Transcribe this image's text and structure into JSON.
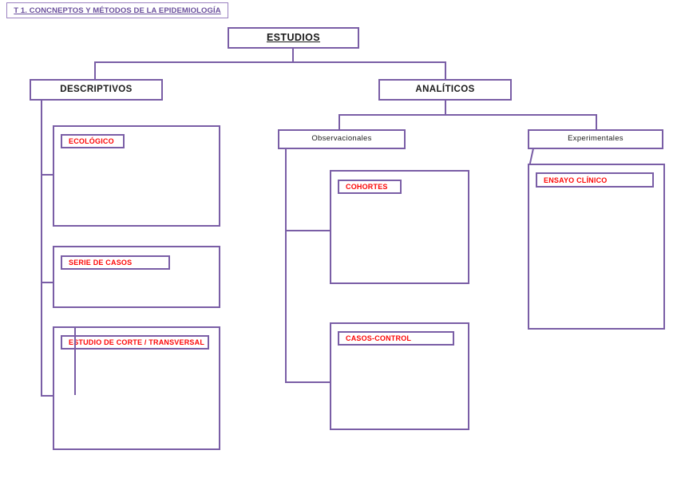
{
  "document": {
    "title_banner": "T 1. CONCNEPTOS Y MÉTODOS DE LA EPIDEMIOLOGÍA"
  },
  "colors": {
    "border": "#7a5ea6",
    "title_text": "#6a4f9c",
    "label_red": "#fd0707",
    "node_text": "#1a1a1a",
    "background": "#ffffff"
  },
  "diagram": {
    "type": "tree",
    "root": {
      "label": "ESTUDIOS",
      "underlined": true
    },
    "branches": [
      {
        "label": "DESCRIPTIVOS",
        "children": [
          {
            "label": "ECOLÓGICO"
          },
          {
            "label": "SERIE DE CASOS"
          },
          {
            "label": "ESTUDIO DE CORTE / TRANSVERSAL"
          }
        ]
      },
      {
        "label": "ANALÍTICOS",
        "subbranches": [
          {
            "label": "Observacionales",
            "children": [
              {
                "label": "COHORTES"
              },
              {
                "label": "CASOS-CONTROL"
              }
            ]
          },
          {
            "label": "Experimentales",
            "children": [
              {
                "label": "ENSAYO CLÍNICO"
              }
            ]
          }
        ]
      }
    ]
  },
  "nodes": {
    "root": "ESTUDIOS",
    "descriptivos": "DESCRIPTIVOS",
    "analiticos": "ANALÍTICOS",
    "observacionales": "Observacionales",
    "experimentales": "Experimentales",
    "ecologico": "ECOLÓGICO",
    "serie_de_casos": "SERIE DE CASOS",
    "corte_transversal": "ESTUDIO DE CORTE / TRANSVERSAL",
    "cohortes": "COHORTES",
    "casos_control": "CASOS-CONTROL",
    "ensayo_clinico": "ENSAYO CLÍNICO"
  }
}
